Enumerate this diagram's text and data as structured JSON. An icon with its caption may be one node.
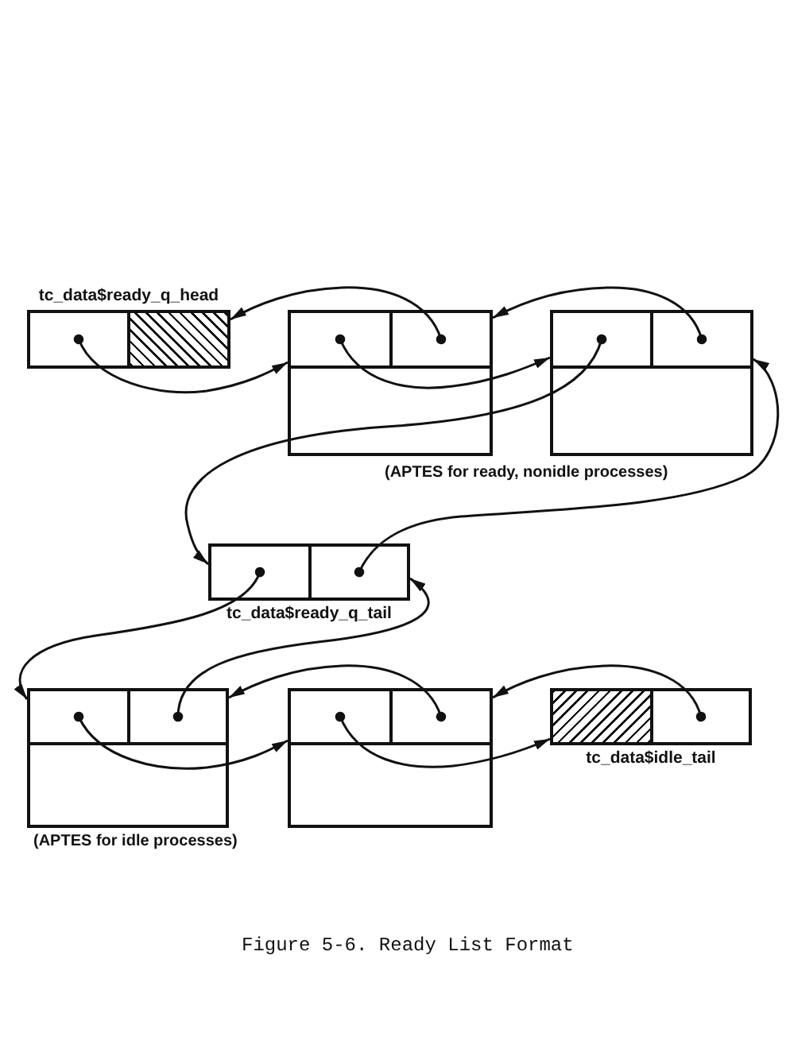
{
  "diagram": {
    "caption": "Figure 5-6. Ready List Format",
    "nodes": [
      {
        "text": [
          "tc_data$ready_q_head"
        ]
      },
      {
        "text": [],
        "shape": "box",
        "in": 0
      },
      {
        "text": [],
        "shape": "box",
        "in": 0
      },
      {
        "text": [],
        "shape": "box"
      },
      {
        "text": [],
        "shape": "box",
        "in": 3
      },
      {
        "text": [],
        "shape": "box",
        "in": 3
      },
      {
        "text": [],
        "shape": "box"
      },
      {
        "text": [],
        "shape": "box",
        "in": 6
      },
      {
        "text": [],
        "shape": "box",
        "in": 6
      },
      {
        "text": [
          "tc_data$ready_q_tail"
        ]
      },
      {
        "text": [],
        "shape": "box",
        "in": 9
      },
      {
        "text": [],
        "shape": "box",
        "in": 9
      },
      {
        "text": [],
        "shape": "box"
      },
      {
        "text": [],
        "shape": "box",
        "in": 12
      },
      {
        "text": [],
        "shape": "box",
        "in": 12
      },
      {
        "text": [],
        "shape": "box"
      },
      {
        "text": [],
        "shape": "box",
        "in": 15
      },
      {
        "text": [],
        "shape": "box",
        "in": 15
      },
      {
        "text": [
          "tc_data$idle_tail"
        ]
      },
      {
        "text": [],
        "shape": "box",
        "in": 18
      },
      {
        "text": [],
        "shape": "box",
        "in": 18
      }
    ],
    "edges": [
      {
        "from": 1,
        "to": 3,
        "arrow": "to"
      },
      {
        "from": 5,
        "to": 0,
        "arrow": "to"
      },
      {
        "from": 4,
        "to": 6,
        "arrow": "to"
      },
      {
        "from": 8,
        "to": 3,
        "arrow": "to"
      },
      {
        "from": 7,
        "to": 9,
        "arrow": "to"
      },
      {
        "from": 11,
        "to": 6,
        "arrow": "to"
      },
      {
        "from": 10,
        "to": 12,
        "arrow": "to"
      },
      {
        "from": 14,
        "to": 9,
        "arrow": "to"
      },
      {
        "from": 13,
        "to": 15,
        "arrow": "to"
      },
      {
        "from": 17,
        "to": 12,
        "arrow": "to"
      },
      {
        "from": 16,
        "to": 18,
        "arrow": "to"
      },
      {
        "from": 20,
        "to": 15,
        "arrow": "to"
      }
    ],
    "labels": [
      "(APTES for ready, nonidle processes)",
      "(APTES for idle processes)"
    ]
  }
}
